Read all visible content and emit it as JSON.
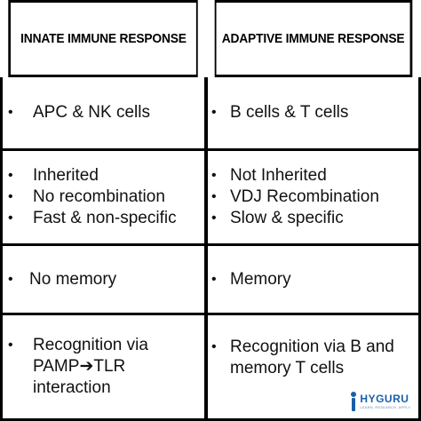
{
  "headers": {
    "innate": "INNATE IMMUNE RESPONSE",
    "adaptive": "ADAPTIVE IMMUNE RESPONSE"
  },
  "rows": [
    {
      "innate": [
        "APC & NK cells"
      ],
      "adaptive": [
        "B cells & T cells"
      ]
    },
    {
      "innate": [
        "Inherited",
        "No recombination",
        "Fast & non-specific"
      ],
      "adaptive": [
        "Not Inherited",
        "VDJ Recombination",
        "Slow & specific"
      ]
    },
    {
      "innate": [
        "No memory"
      ],
      "adaptive": [
        "Memory"
      ]
    },
    {
      "innate": {
        "line1": "Recognition via",
        "line2a": "PAMP",
        "arrow": "➔",
        "line2b": "TLR",
        "line3": "interaction"
      },
      "adaptive": {
        "line1": "Recognition via B and",
        "line2": "memory T cells"
      }
    }
  ],
  "bullet": "•",
  "logo": {
    "name": "HYGURU",
    "tagline": "LEARN. RESEARCH. APPLY."
  }
}
